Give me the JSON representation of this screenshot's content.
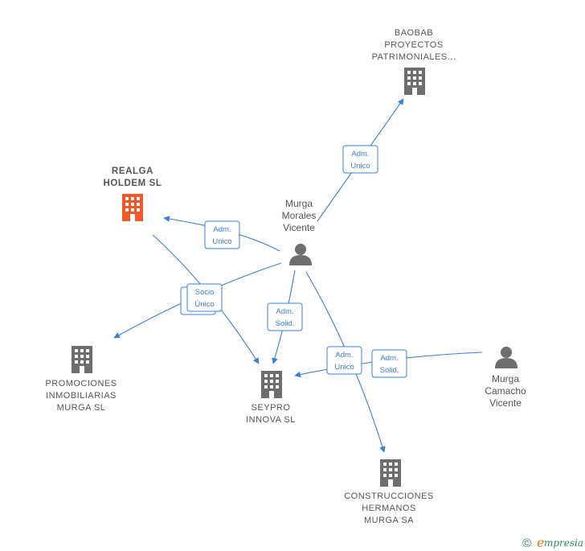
{
  "nodes": {
    "baobab": {
      "lines": [
        "BAOBAB",
        "PROYECTOS",
        "PATRIMONIALES..."
      ],
      "icon": "building-icon",
      "color": "#6e6e6e"
    },
    "realga": {
      "lines": [
        "REALGA",
        "HOLDEM  SL"
      ],
      "icon": "building-icon",
      "color": "#f2582a"
    },
    "murga_morales": {
      "lines": [
        "Murga",
        "Morales",
        "Vicente"
      ],
      "icon": "person-icon",
      "color": "#6e6e6e"
    },
    "promociones": {
      "lines": [
        "PROMOCIONES",
        "INMOBILIARIAS",
        "MURGA  SL"
      ],
      "icon": "building-icon",
      "color": "#6e6e6e"
    },
    "seypro": {
      "lines": [
        "SEYPRO",
        "INNOVA  SL"
      ],
      "icon": "building-icon",
      "color": "#6e6e6e"
    },
    "murga_camacho": {
      "lines": [
        "Murga",
        "Camacho",
        "Vicente"
      ],
      "icon": "person-icon",
      "color": "#6e6e6e"
    },
    "construcciones": {
      "lines": [
        "CONSTRUCCIONES",
        "HERMANOS",
        "MURGA SA"
      ],
      "icon": "building-icon",
      "color": "#6e6e6e"
    }
  },
  "edge_labels": {
    "adm_unico_baobab": [
      "Adm.",
      "Unico"
    ],
    "adm_unico_realga": [
      "Adm.",
      "Unico"
    ],
    "socio_unico": [
      "Socio",
      "Único"
    ],
    "adm_solid_seypro": [
      "Adm.",
      "Solid."
    ],
    "adm_unico_construcciones": [
      "Adm.",
      "Unico"
    ],
    "adm_solid_camacho": [
      "Adm.",
      "Solid."
    ]
  },
  "footer": {
    "copyright_symbol": "©",
    "brand_initial": "e",
    "brand_rest": "mpresia"
  },
  "colors": {
    "edge": "#3b7fd1",
    "focus": "#f2582a",
    "icon": "#6e6e6e"
  }
}
